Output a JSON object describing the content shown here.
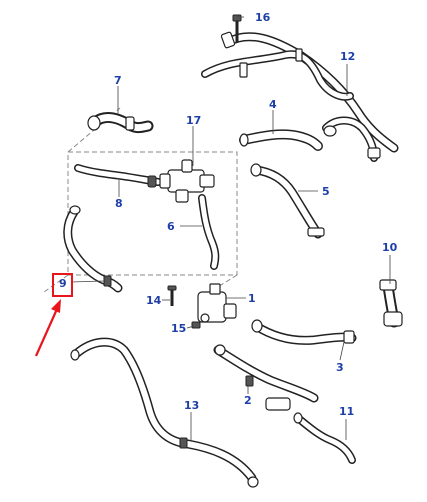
{
  "colors": {
    "callout": "#1f3fa8",
    "highlight": "#e8161c",
    "hose_outline": "#222222"
  },
  "callouts": {
    "c1": "1",
    "c2": "2",
    "c3": "3",
    "c4": "4",
    "c5": "5",
    "c6": "6",
    "c7": "7",
    "c8": "8",
    "c9": "9",
    "c10": "10",
    "c11": "11",
    "c12": "12",
    "c13": "13",
    "c14": "14",
    "c15": "15",
    "c16": "16",
    "c17": "17"
  },
  "highlighted_part": "9"
}
